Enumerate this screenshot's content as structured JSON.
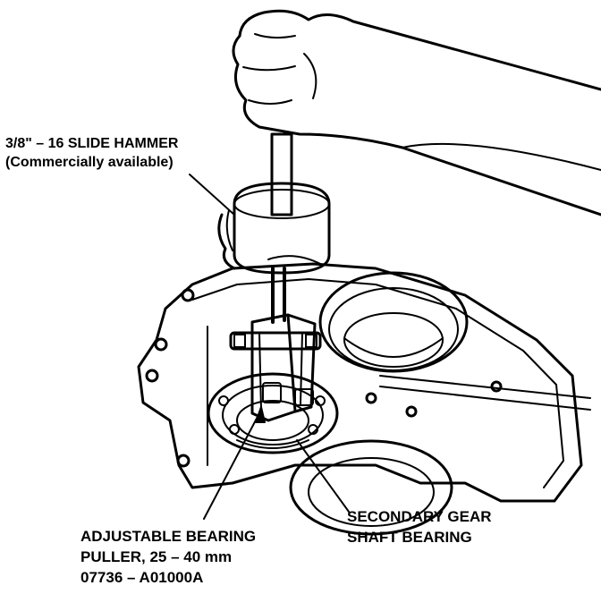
{
  "callouts": {
    "slide_hammer": {
      "line1": "3/8\" – 16 SLIDE HAMMER",
      "line2": "(Commercially available)"
    },
    "bearing_puller": {
      "line1": "ADJUSTABLE BEARING",
      "line2": "PULLER, 25 – 40 mm",
      "line3": "07736 – A01000A"
    },
    "secondary_bearing": {
      "line1": "SECONDARY GEAR",
      "line2": "SHAFT BEARING"
    }
  },
  "colors": {
    "ink": "#000000",
    "paper": "#ffffff"
  }
}
